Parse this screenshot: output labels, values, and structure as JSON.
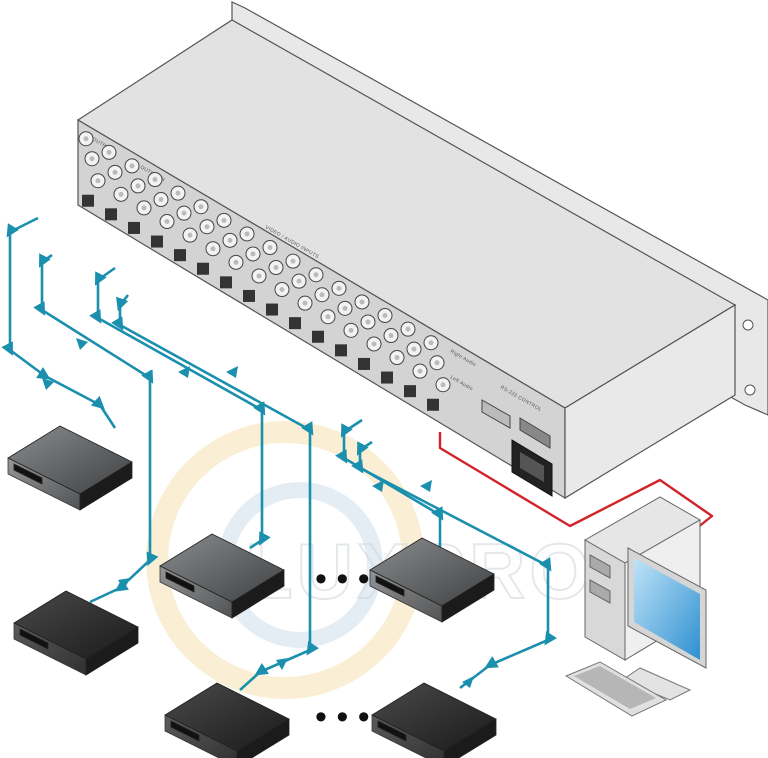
{
  "diagram": {
    "title": "Matrix switcher rear-panel connection diagram",
    "panel_labels": {
      "output_a": "OUTPUT A",
      "output_b": "OUTPUT B",
      "inputs": "VIDEO / AUDIO INPUTS",
      "right_audio": "Right Audio",
      "left_audio": "Left Audio",
      "rs232": "RS-232 CONTROL"
    },
    "watermark": "LUXPRO",
    "ellipsis": "• • •",
    "colors": {
      "cable": "#1a8fae",
      "control_cable": "#d2232a",
      "chassis_top": "#e2e2e2",
      "chassis_panel": "#d3d3d3",
      "device_dark": "#2c2c2c",
      "device_gray": "#5d5f61"
    },
    "components": [
      {
        "name": "matrix-switcher",
        "label": "Rack-mount switcher"
      },
      {
        "name": "source-devices",
        "count_shown": 4
      },
      {
        "name": "output-devices",
        "count_shown": 4
      },
      {
        "name": "pc",
        "label": "PC control (RS-232)"
      }
    ]
  }
}
